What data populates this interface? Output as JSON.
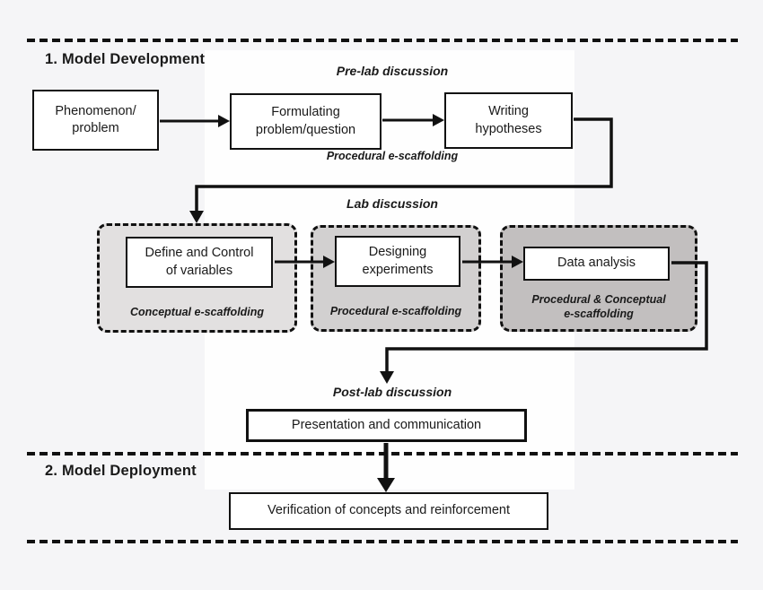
{
  "colors": {
    "page_bg": "#f5f5f7",
    "panel_bg": "#fefefe",
    "line": "#111111",
    "box_bg": "#ffffff",
    "stage1_fill": "#e2e0e0",
    "stage2_fill": "#d2d0d0",
    "stage3_fill": "#c2bfbf",
    "text": "#1a1a1a"
  },
  "sections": {
    "development": {
      "title": "1. Model Development"
    },
    "deployment": {
      "title": "2. Model Deployment"
    }
  },
  "phases": {
    "prelab": {
      "label": "Pre-lab discussion"
    },
    "lab": {
      "label": "Lab discussion"
    },
    "postlab": {
      "label": "Post-lab discussion"
    }
  },
  "steps": {
    "phenomenon": {
      "line1": "Phenomenon/",
      "line2": "problem"
    },
    "formulating": {
      "line1": "Formulating",
      "line2": "problem/question"
    },
    "writing": {
      "line1": "Writing",
      "line2": "hypotheses"
    },
    "define": {
      "line1": "Define and Control",
      "line2": "of variables"
    },
    "designing": {
      "line1": "Designing",
      "line2": "experiments"
    },
    "data_analysis": {
      "label": "Data analysis"
    },
    "presentation": {
      "label": "Presentation and communication"
    },
    "verification": {
      "label": "Verification of concepts and reinforcement"
    }
  },
  "scaffolding": {
    "prelab": {
      "label": "Procedural e-scaffolding"
    },
    "conceptual": {
      "label": "Conceptual e-scaffolding"
    },
    "procedural": {
      "label": "Procedural e-scaffolding"
    },
    "proc_conceptual": {
      "line1": "Procedural & Conceptual",
      "line2": "e-scaffolding"
    }
  }
}
